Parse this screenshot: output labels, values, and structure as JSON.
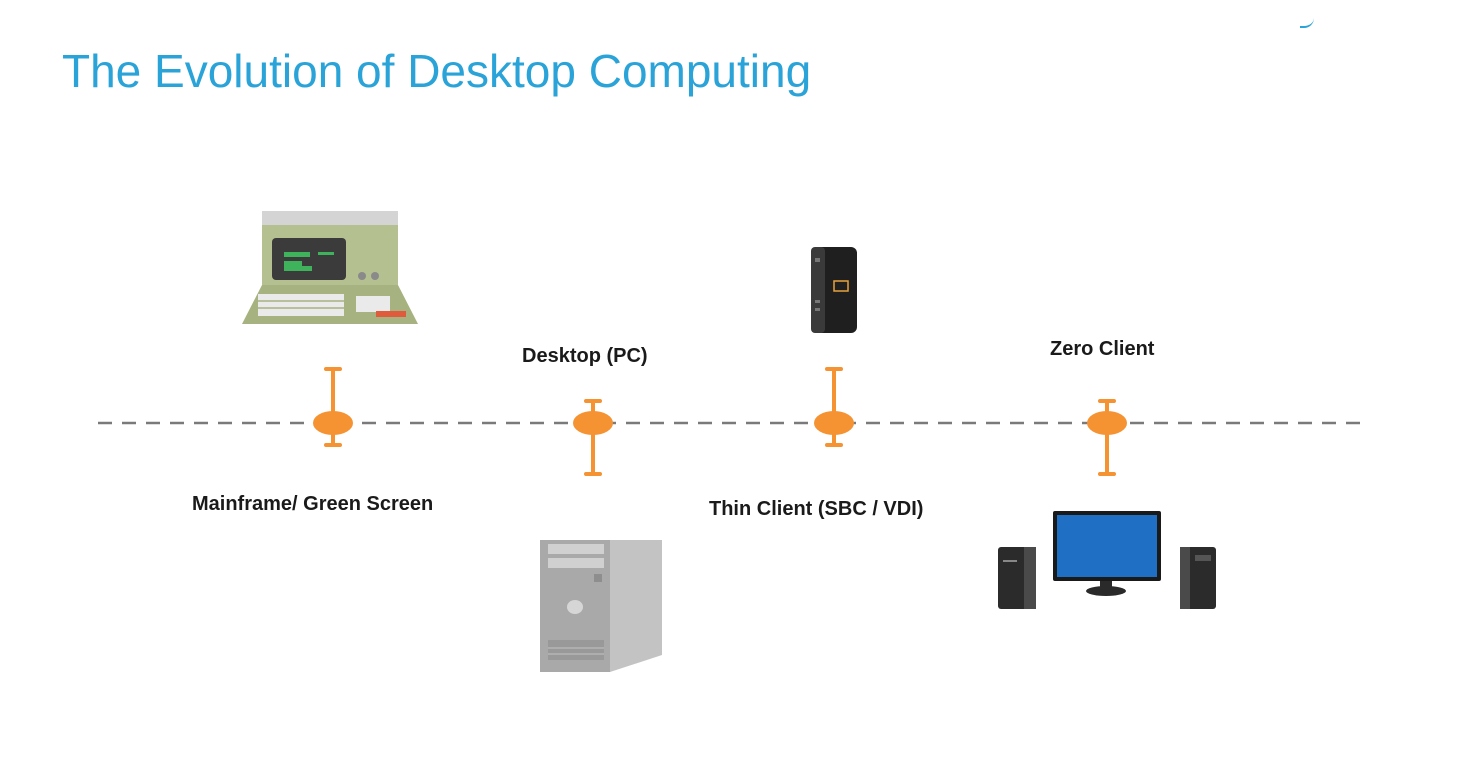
{
  "slide": {
    "title": "The Evolution of Desktop Computing"
  },
  "timeline": {
    "line_color": "#7a7a7a",
    "marker_color": "#f59232",
    "milestones": [
      {
        "label": "Mainframe/ Green Screen",
        "icon": "mainframe-terminal-icon"
      },
      {
        "label": "Desktop (PC)",
        "icon": "desktop-tower-icon"
      },
      {
        "label": "Thin Client (SBC / VDI)",
        "icon": "thin-client-device-icon"
      },
      {
        "label": "Zero Client",
        "icon": "zero-client-setup-icon"
      }
    ]
  },
  "colors": {
    "title": "#2aa3d8",
    "text": "#1a1a1a"
  }
}
